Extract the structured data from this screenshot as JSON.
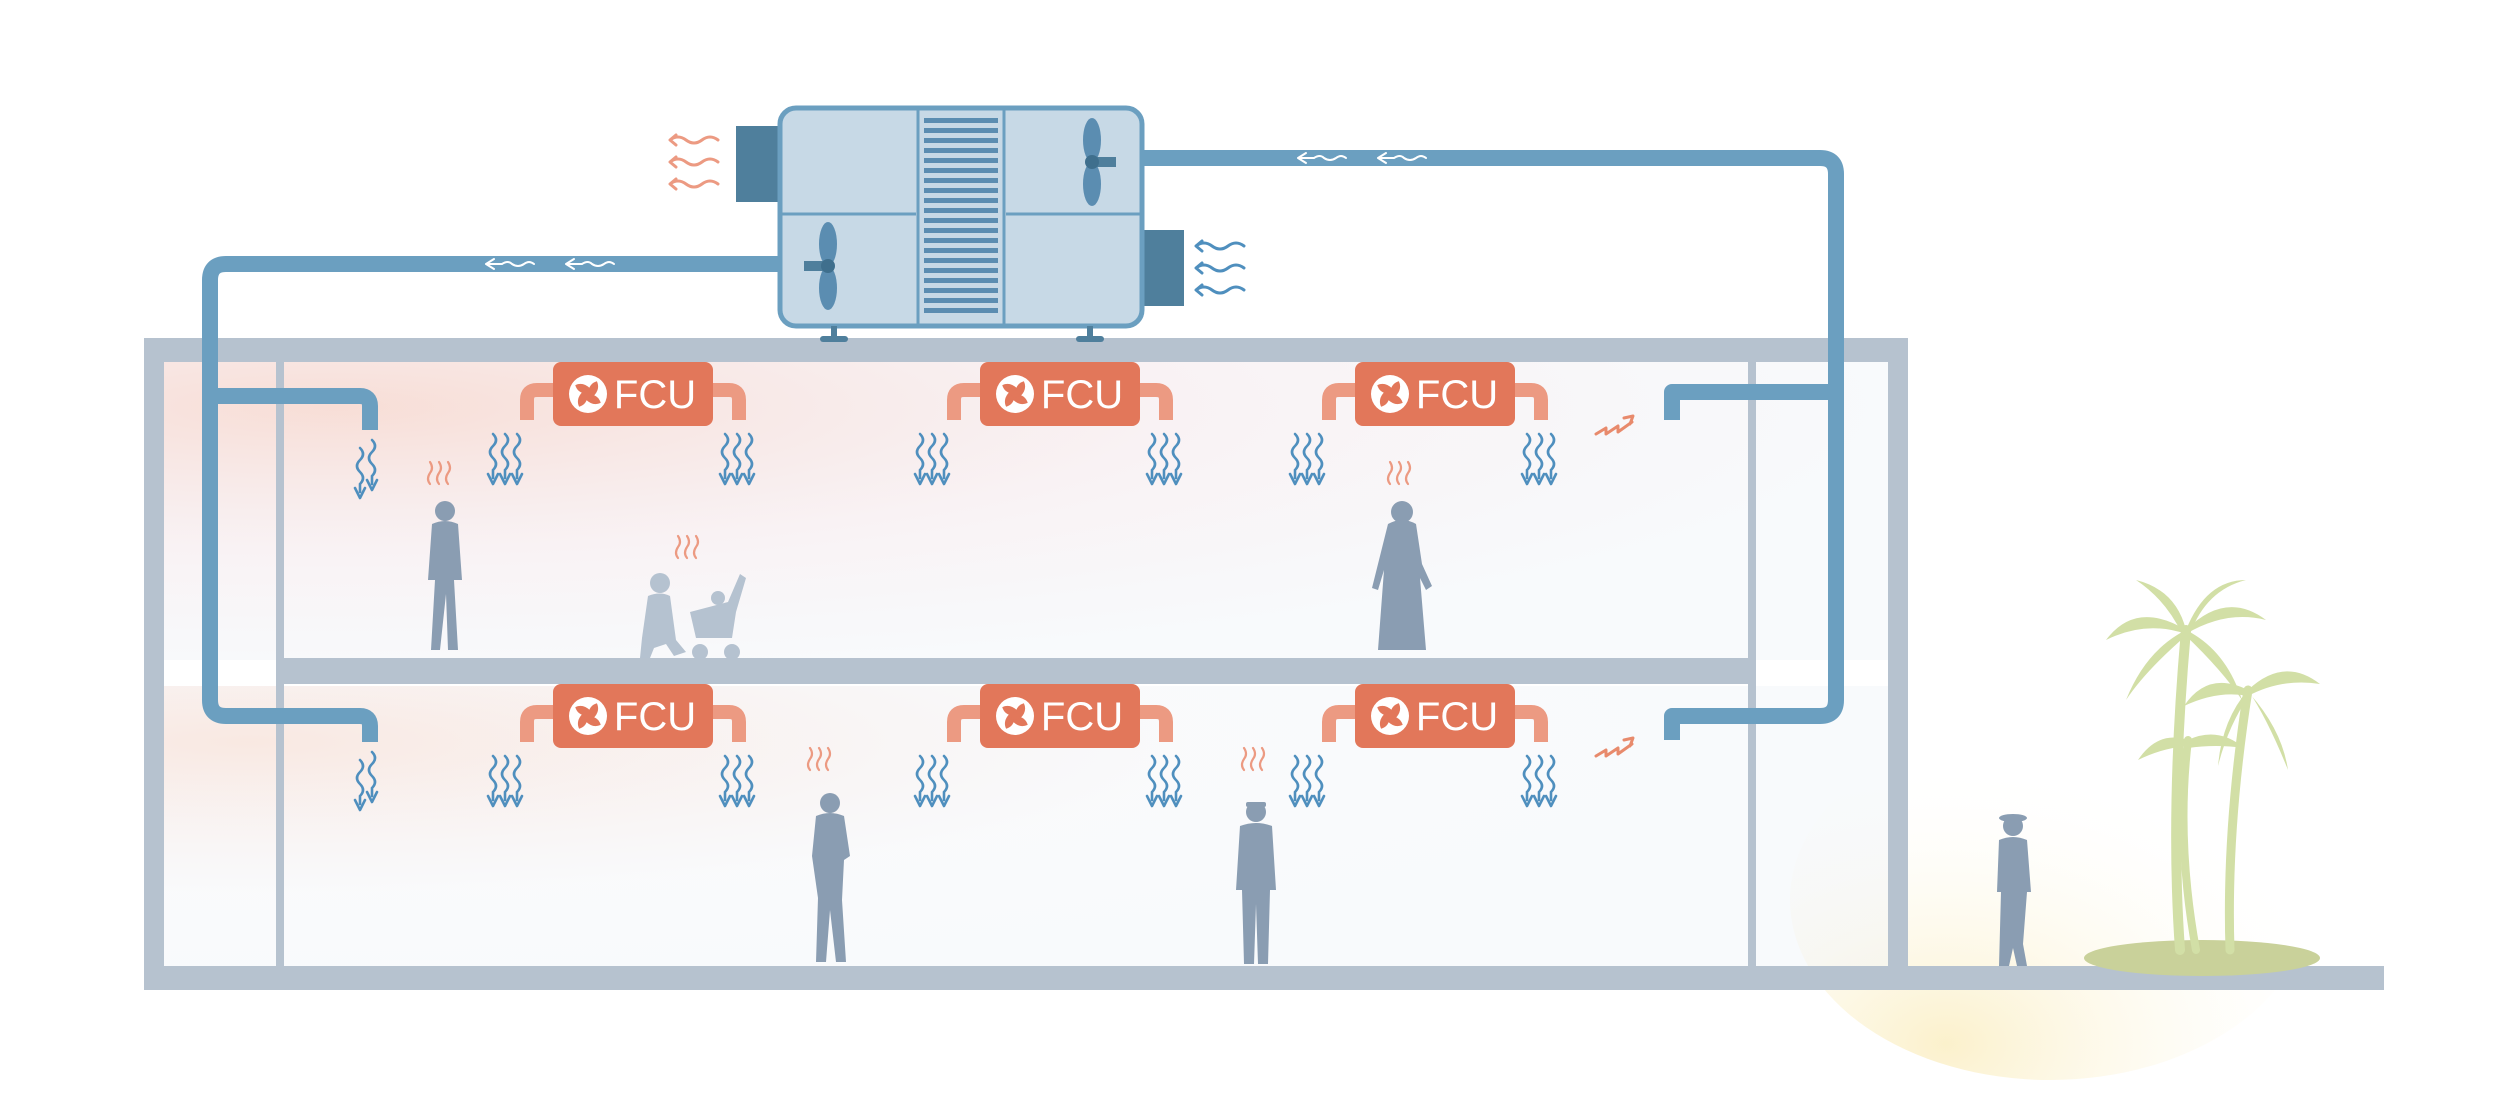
{
  "unit_label": "FCU",
  "colors": {
    "duct": "#6b9fc0",
    "duct_dark": "#4f7f9c",
    "ahu_body": "#c7d9e6",
    "ahu_outline": "#6b9fc0",
    "fcu": "#e2775a",
    "fcu_light": "#ec9a82",
    "structure": "#b6c2cf",
    "person": "#8a9db2",
    "person_faded": "#b5c2d0",
    "cool_air": "#4f8fbe",
    "warm_air": "#e88a6c",
    "palm": "#d2dfa6",
    "ground": "#c9d19a"
  },
  "icons": [
    "supply-fan-icon",
    "return-fan-icon",
    "fan-coil-icon",
    "palm-tree-icon"
  ],
  "floors": [
    {
      "name": "upper-floor",
      "fcu_count": 3
    },
    {
      "name": "lower-floor",
      "fcu_count": 3
    }
  ]
}
